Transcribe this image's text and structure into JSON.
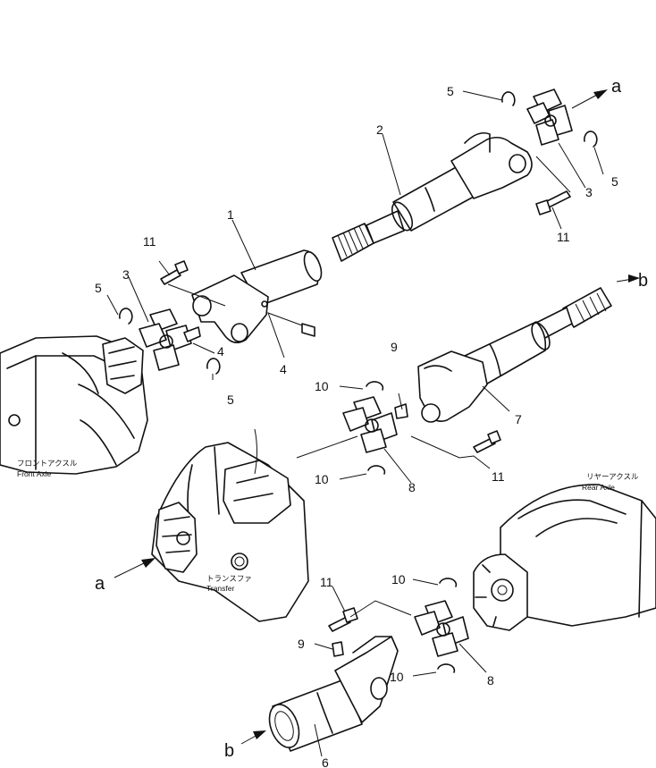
{
  "callouts": {
    "n1": "1",
    "n2": "2",
    "n3a": "3",
    "n3b": "3",
    "n4a": "4",
    "n4b": "4",
    "n5a": "5",
    "n5b": "5",
    "n5c": "5",
    "n5d": "5",
    "n6": "6",
    "n7": "7",
    "n8a": "8",
    "n8b": "8",
    "n9a": "9",
    "n9b": "9",
    "n10a": "10",
    "n10b": "10",
    "n10c": "10",
    "n10d": "10",
    "n11a": "11",
    "n11b": "11",
    "n11c": "11",
    "n11d": "11"
  },
  "connectors": {
    "a_top": "a",
    "a_transfer": "a",
    "b_mid": "b",
    "b_bottom": "b"
  },
  "components": {
    "front_axle_jp": "フロントアクスル",
    "front_axle": "Front Axle",
    "transfer_jp": "トランスファ",
    "transfer": "Transfer",
    "rear_axle_jp": "リヤーアクスル",
    "rear_axle": "Rear Axle"
  }
}
